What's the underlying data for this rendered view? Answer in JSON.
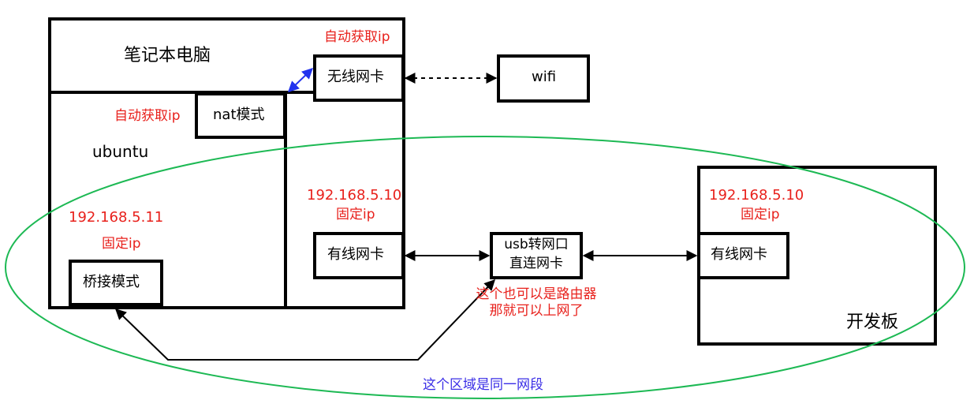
{
  "laptop": {
    "title": "笔记本电脑",
    "auto_ip_label": "自动获取ip"
  },
  "ubuntu": {
    "title": "ubuntu",
    "auto_ip_label": "自动获取ip",
    "ip": "192.168.5.11",
    "ip_mode": "固定ip"
  },
  "nat_mode": {
    "label": "nat模式"
  },
  "bridge_mode": {
    "label": "桥接模式"
  },
  "wireless_nic": {
    "label": "无线网卡"
  },
  "wifi": {
    "label": "wifi"
  },
  "laptop_wired_nic": {
    "label": "有线网卡",
    "ip": "192.168.5.10",
    "ip_mode": "固定ip"
  },
  "usb_adapter": {
    "line1": "usb转网口",
    "line2": "直连网卡",
    "note_line1": "这个也可以是路由器",
    "note_line2": "那就可以上网了"
  },
  "board": {
    "title": "开发板",
    "ip": "192.168.5.10",
    "ip_mode": "固定ip",
    "nic_label": "有线网卡"
  },
  "segment": {
    "label": "这个区域是同一网段",
    "ellipse_color": "#1db954"
  },
  "colors": {
    "box_stroke": "#000000",
    "note_red": "#e8211c",
    "note_blue": "#3a2ee6",
    "nat_link": "#2233ee"
  }
}
